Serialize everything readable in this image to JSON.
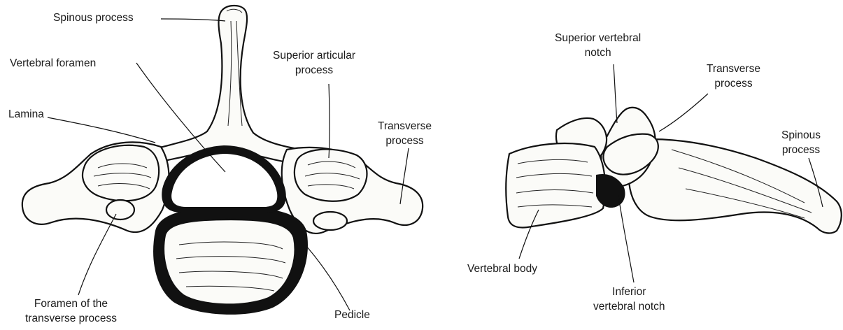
{
  "superior_view": {
    "labels": {
      "spinous_process": "Spinous process",
      "vertebral_foramen": "Vertebral foramen",
      "superior_articular_process": [
        "Superior articular",
        "process"
      ],
      "lamina": "Lamina",
      "transverse_process": [
        "Transverse",
        "process"
      ],
      "foramen_transverse": [
        "Foramen of the",
        "transverse process"
      ],
      "pedicle": "Pedicle"
    }
  },
  "lateral_view": {
    "labels": {
      "superior_vertebral_notch": [
        "Superior vertebral",
        "notch"
      ],
      "transverse_process": [
        "Transverse",
        "process"
      ],
      "spinous_process": [
        "Spinous",
        "process"
      ],
      "vertebral_body": "Vertebral body",
      "inferior_vertebral_notch": [
        "Inferior",
        "vertebral notch"
      ]
    }
  }
}
